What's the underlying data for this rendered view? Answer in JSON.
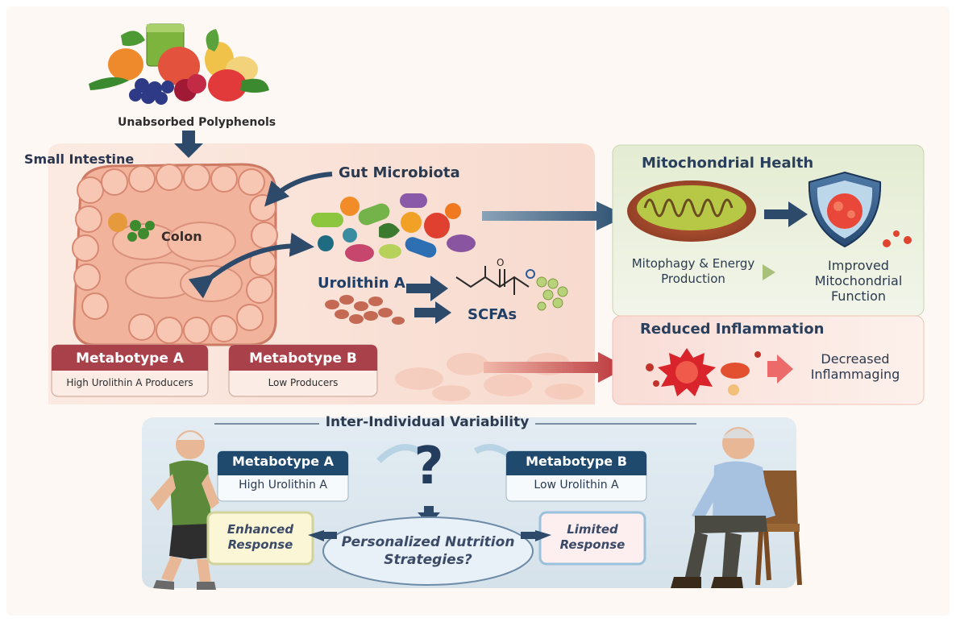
{
  "top": {
    "source_label": "Unabsorbed Polyphenols"
  },
  "gut": {
    "small_intestine_label": "Small Intestine",
    "colon_label": "Colon",
    "microbiota_label": "Gut Microbiota",
    "urolithin_label": "Urolithin A",
    "scfa_label": "SCFAs"
  },
  "metabotypes": {
    "a": {
      "title": "Metabotype A",
      "subtitle": "High Urolithin A Producers"
    },
    "b": {
      "title": "Metabotype B",
      "subtitle": "Low Producers"
    }
  },
  "mito": {
    "title": "Mitochondrial Health",
    "mitophagy": "Mitophagy & Energy Production",
    "improved": "Improved Mitochondrial Function"
  },
  "inflammation": {
    "title": "Reduced Inflammation",
    "outcome": "Decreased Inflammaging"
  },
  "variability": {
    "title": "Inter-Individual Variability",
    "question_mark": "?",
    "a_title": "Metabotype A",
    "a_sub": "High Urolithin A",
    "b_title": "Metabotype B",
    "b_sub": "Low Urolithin A",
    "enhanced": "Enhanced Response",
    "limited": "Limited Response",
    "strategies": "Personalized Nutrition Strategies?"
  },
  "colors": {
    "navy": "#1f4a6e",
    "metabotype_red": "#a8414a",
    "mito_green_bg": "#eef3e2",
    "inflammation_pink_bg": "#fbe5e1",
    "variability_bg": "#dfe8ef"
  }
}
